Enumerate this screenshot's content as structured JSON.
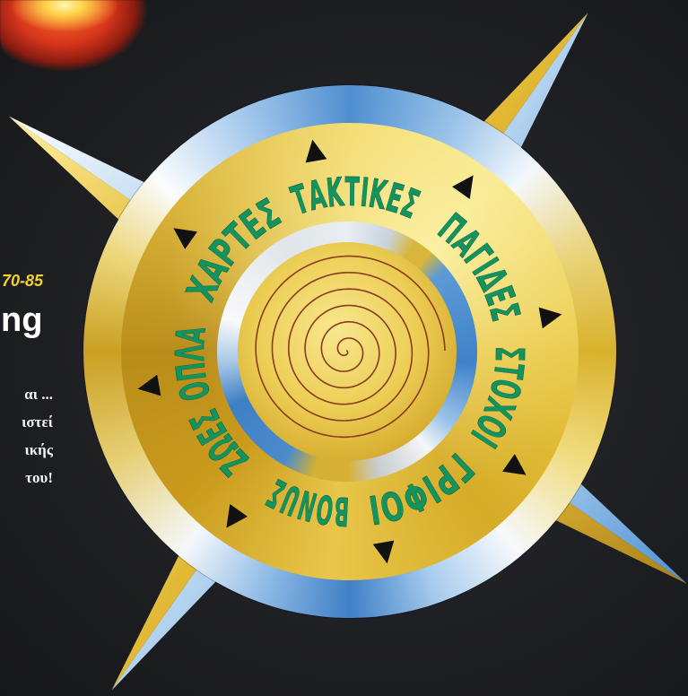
{
  "left_column": {
    "page_range": "70-85",
    "heading_fragment": "ng",
    "body_lines": [
      "αι ...",
      "ιστεί",
      "ικής",
      "του!"
    ]
  },
  "compass": {
    "ring_words": [
      "ΧΑΡΤΕΣ",
      "ΤΑΚΤΙΚΕΣ",
      "ΠΑΓΙΔΕΣ",
      "ΣΤΟΧΟΙ",
      "ΓΡΙΦΟΙ",
      "BONUΣ",
      "ΖΩΕΣ",
      "ΟΠΛΑ"
    ],
    "marker_icon": "triangle-marker-icon",
    "center_icon": "spiral-icon"
  },
  "colors": {
    "background": "#1e1f22",
    "ring_text": "#14935e",
    "markers": "#111111",
    "spiral": "#8b3a1c",
    "page_range": "#f2d12a",
    "heading": "#ffffff",
    "gold": "#e6c240",
    "blue": "#3f82c8"
  }
}
